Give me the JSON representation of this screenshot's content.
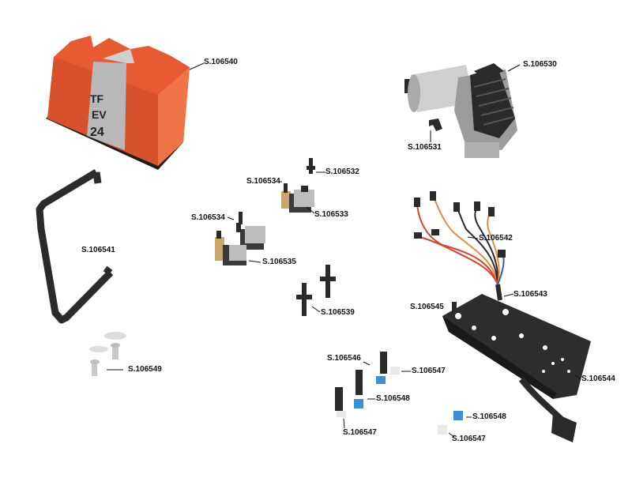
{
  "colors": {
    "cover_orange": "#e85a32",
    "metal_grey": "#b8b8b8",
    "dark_part": "#2a2a2a",
    "brass": "#c9a56a",
    "blue_cap": "#3f8fd6",
    "wire_red": "#d8452f",
    "wire_orange": "#e88b3a",
    "wire_blue": "#3857a6"
  },
  "cover_logo": {
    "line1": "TF",
    "line2": "EV",
    "line3": "24"
  },
  "labels": {
    "s106540": "S.106540",
    "s106530": "S.106530",
    "s106531": "S.106531",
    "s106532": "S.106532",
    "s106534_a": "S.106534",
    "s106533": "S.106533",
    "s106534_b": "S.106534",
    "s106535": "S.106535",
    "s106541": "S.106541",
    "s106542": "S.106542",
    "s106539": "S.106539",
    "s106543": "S.106543",
    "s106545": "S.106545",
    "s106546": "S.106546",
    "s106547_a": "S.106547",
    "s106548_a": "S.106548",
    "s106547_b": "S.106547",
    "s106548_b": "S.106548",
    "s106547_c": "S.106547",
    "s106549": "S.106549",
    "s106544": "S.106544"
  }
}
